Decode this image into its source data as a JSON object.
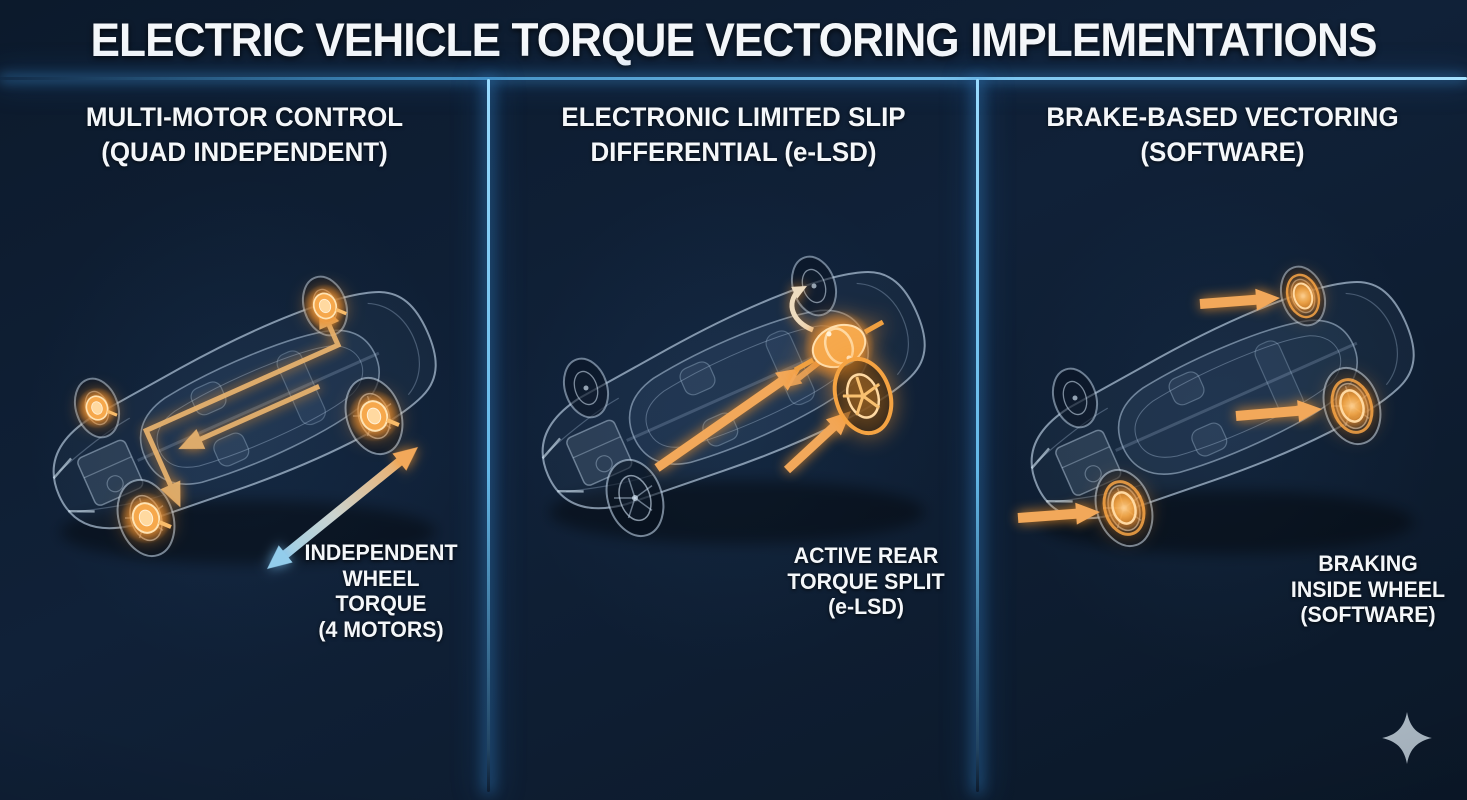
{
  "title": "ELECTRIC VEHICLE TORQUE VECTORING IMPLEMENTATIONS",
  "colors": {
    "background": "#0d1b2e",
    "divider_blue": "#7cc4ee",
    "arrow_orange": "#f2a85a",
    "arrow_blue": "#93cdec",
    "glow_orange": "#f9b45c",
    "text": "#f4f7fa",
    "sparkle_gray": "#b9c4cf"
  },
  "panels": [
    {
      "id": "multi-motor-control",
      "header": [
        "MULTI-MOTOR CONTROL",
        "(QUAD INDEPENDENT)"
      ],
      "caption": [
        "INDEPENDENT",
        "WHEEL TORQUE",
        "(4 MOTORS)"
      ],
      "illustration": "ghost-ev-with-four-glowing-wheel-motors-and-torque-routing-arrows"
    },
    {
      "id": "electronic-limited-slip-differential",
      "header": [
        "ELECTRONIC LIMITED SLIP",
        "DIFFERENTIAL (e-LSD)"
      ],
      "caption": [
        "ACTIVE REAR",
        "TORQUE SPLIT",
        "(e-LSD)"
      ],
      "illustration": "ghost-ev-with-glowing-rear-differential-and-torque-arrows"
    },
    {
      "id": "brake-based-vectoring",
      "header": [
        "BRAKE-BASED VECTORING",
        "(SOFTWARE)"
      ],
      "caption": [
        "BRAKING",
        "INSIDE WHEEL",
        "(SOFTWARE)"
      ],
      "illustration": "ghost-ev-with-glowing-brake-discs-and-inward-arrows"
    }
  ],
  "footer": {
    "sparkle_icon": "four-pointed-star"
  }
}
